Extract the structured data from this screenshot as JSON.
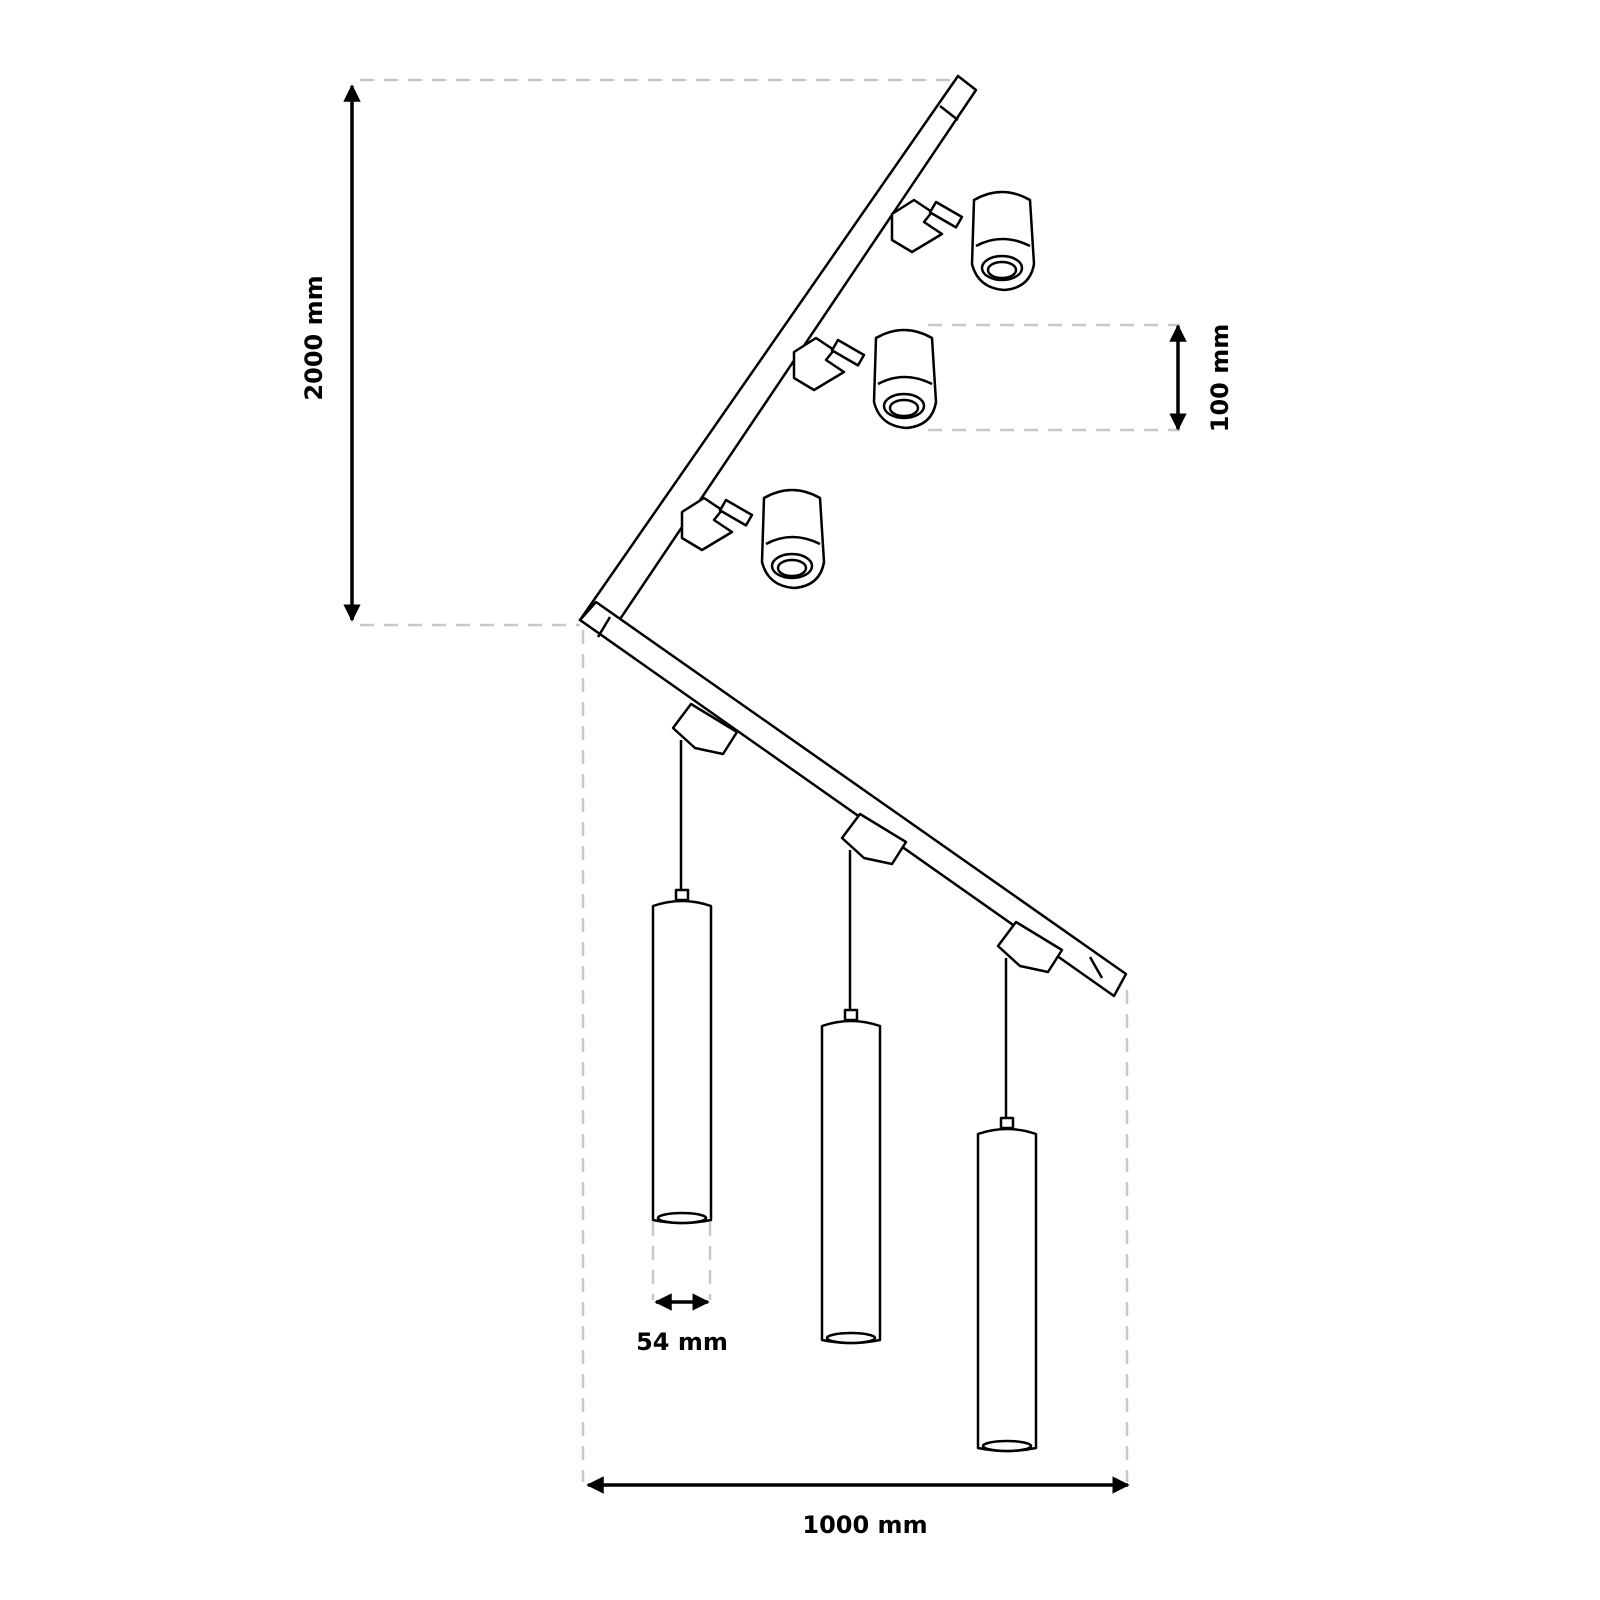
{
  "dimensions": {
    "height_total": "2000 mm",
    "spot_height": "100 mm",
    "width_total": "1000 mm",
    "pendant_diameter": "54 mm"
  },
  "colors": {
    "line": "#000000",
    "guide": "#c8c8c8"
  }
}
